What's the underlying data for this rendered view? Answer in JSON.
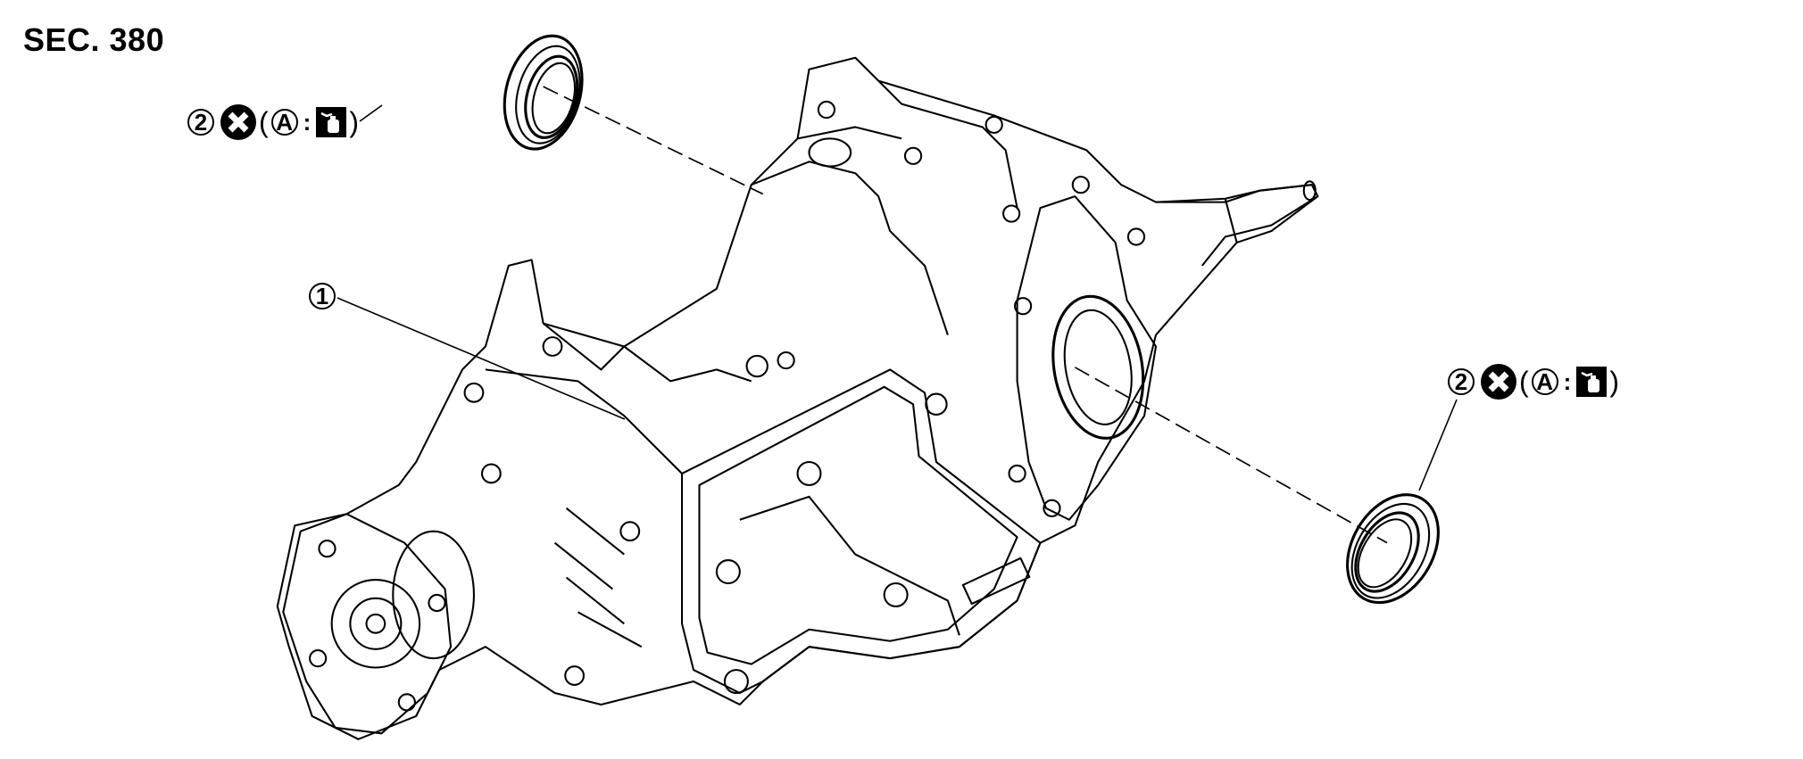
{
  "section_label": "SEC. 380",
  "callouts": {
    "part_1": {
      "number": "1"
    },
    "seal_top": {
      "number": "2",
      "open_paren": "(",
      "ref": "A",
      "colon": ":",
      "close_paren": ")"
    },
    "seal_right": {
      "number": "2",
      "open_paren": "(",
      "ref": "A",
      "colon": ":",
      "close_paren": ")"
    }
  },
  "icons": {
    "do_not_reuse": "x-circle-icon",
    "lubricant": "oil-can-icon"
  }
}
